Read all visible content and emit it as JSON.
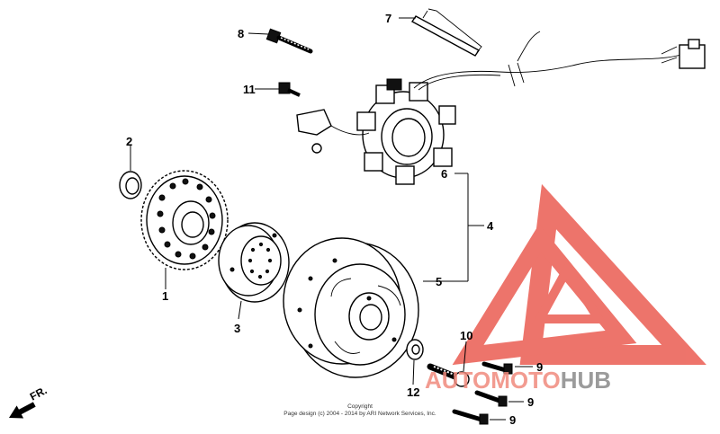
{
  "callouts": {
    "c1": "1",
    "c2": "2",
    "c3": "3",
    "c4": "4",
    "c5": "5",
    "c6": "6",
    "c7": "7",
    "c8": "8",
    "c9a": "9",
    "c9b": "9",
    "c9c": "9",
    "c10": "10",
    "c11": "11",
    "c12": "12"
  },
  "direction_label": "FR.",
  "copyright": {
    "line1": "Copyright",
    "line2": "Page design (c) 2004 - 2014 by ARI Network Services, Inc."
  },
  "watermark": {
    "part1": "AUTOMOTO",
    "part2": "HUB",
    "color_primary": "#e8463a",
    "color_secondary": "#8a8a8a"
  }
}
